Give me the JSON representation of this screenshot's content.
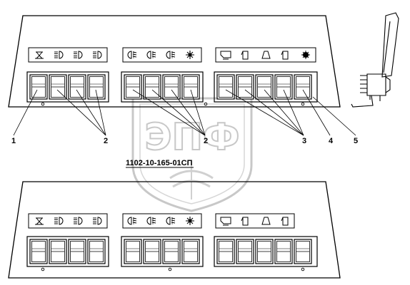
{
  "watermark": {
    "text": "ЭПФ",
    "color": "#bdbdbd"
  },
  "callouts": {
    "c1": "1",
    "c2": "2",
    "c2b": "2",
    "c3": "3",
    "c4": "4",
    "c5": "5"
  },
  "caption": "1102-10-165-01СП",
  "colors": {
    "line": "#000000",
    "watermark": "#c8c8c8"
  },
  "icons": {
    "group1": [
      "interior-light-icon",
      "headlight-icon",
      "headlight-icon",
      "headlight-icon"
    ],
    "group2": [
      "fog-light-icon",
      "fog-light-icon",
      "fog-light-icon",
      "heater-fan-icon"
    ],
    "group3": [
      "window-icon",
      "door-icon",
      "door-open-icon",
      "door-icon",
      "beacon-icon"
    ]
  }
}
